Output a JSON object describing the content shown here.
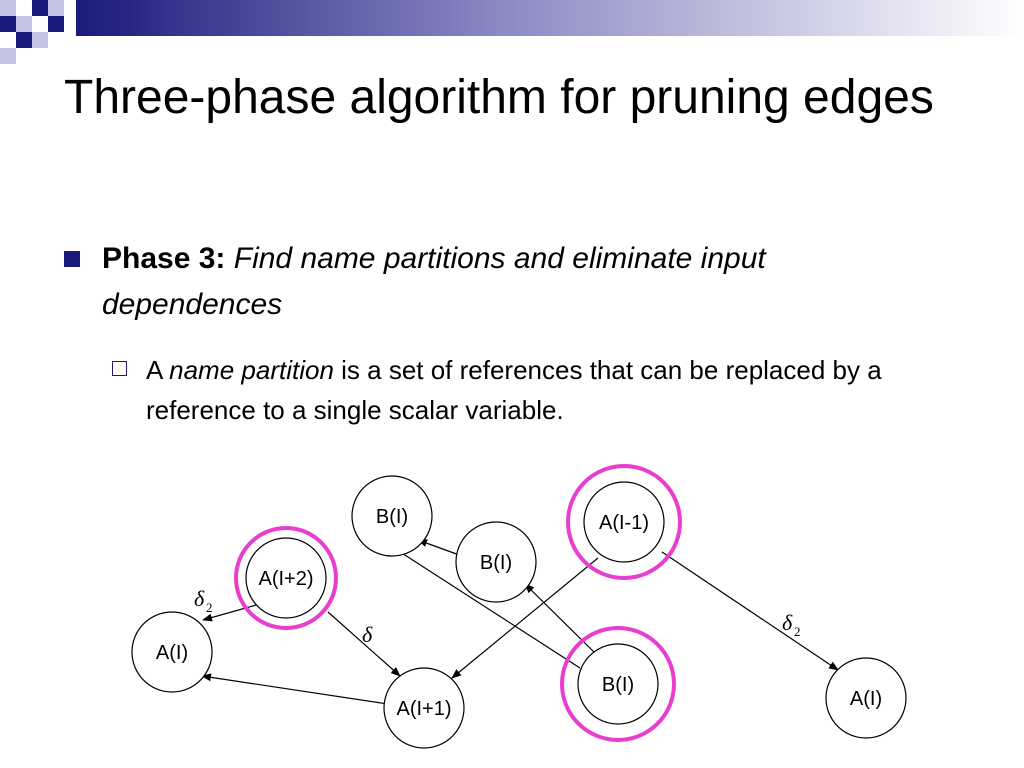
{
  "slide": {
    "title": "Three-phase algorithm for pruning edges",
    "bullet": {
      "heading": "Phase 3:",
      "text": "Find name partitions and eliminate input dependences"
    },
    "sub_bullet": {
      "prefix": "A ",
      "emphasis": "name partition",
      "text": " is a set of references that can be replaced by a reference to a single scalar variable."
    }
  },
  "diagram": {
    "nodes": [
      {
        "id": "n1",
        "label": "B(I)",
        "highlighted": false
      },
      {
        "id": "n2",
        "label": "A(I-1)",
        "highlighted": true
      },
      {
        "id": "n3",
        "label": "A(I+2)",
        "highlighted": true
      },
      {
        "id": "n4",
        "label": "B(I)",
        "highlighted": false
      },
      {
        "id": "n5",
        "label": "A(I)",
        "highlighted": false
      },
      {
        "id": "n6",
        "label": "B(I)",
        "highlighted": true
      },
      {
        "id": "n7",
        "label": "A(I+1)",
        "highlighted": false
      },
      {
        "id": "n8",
        "label": "A(I)",
        "highlighted": false
      }
    ],
    "edge_labels": [
      {
        "symbol": "δ",
        "subscript": "2"
      },
      {
        "symbol": "δ",
        "subscript": ""
      },
      {
        "symbol": "δ",
        "subscript": "2"
      }
    ],
    "colors": {
      "highlight": "#e83ecf",
      "deco_navy": "#1a1a7a",
      "deco_light": "#b9b9e2"
    }
  }
}
